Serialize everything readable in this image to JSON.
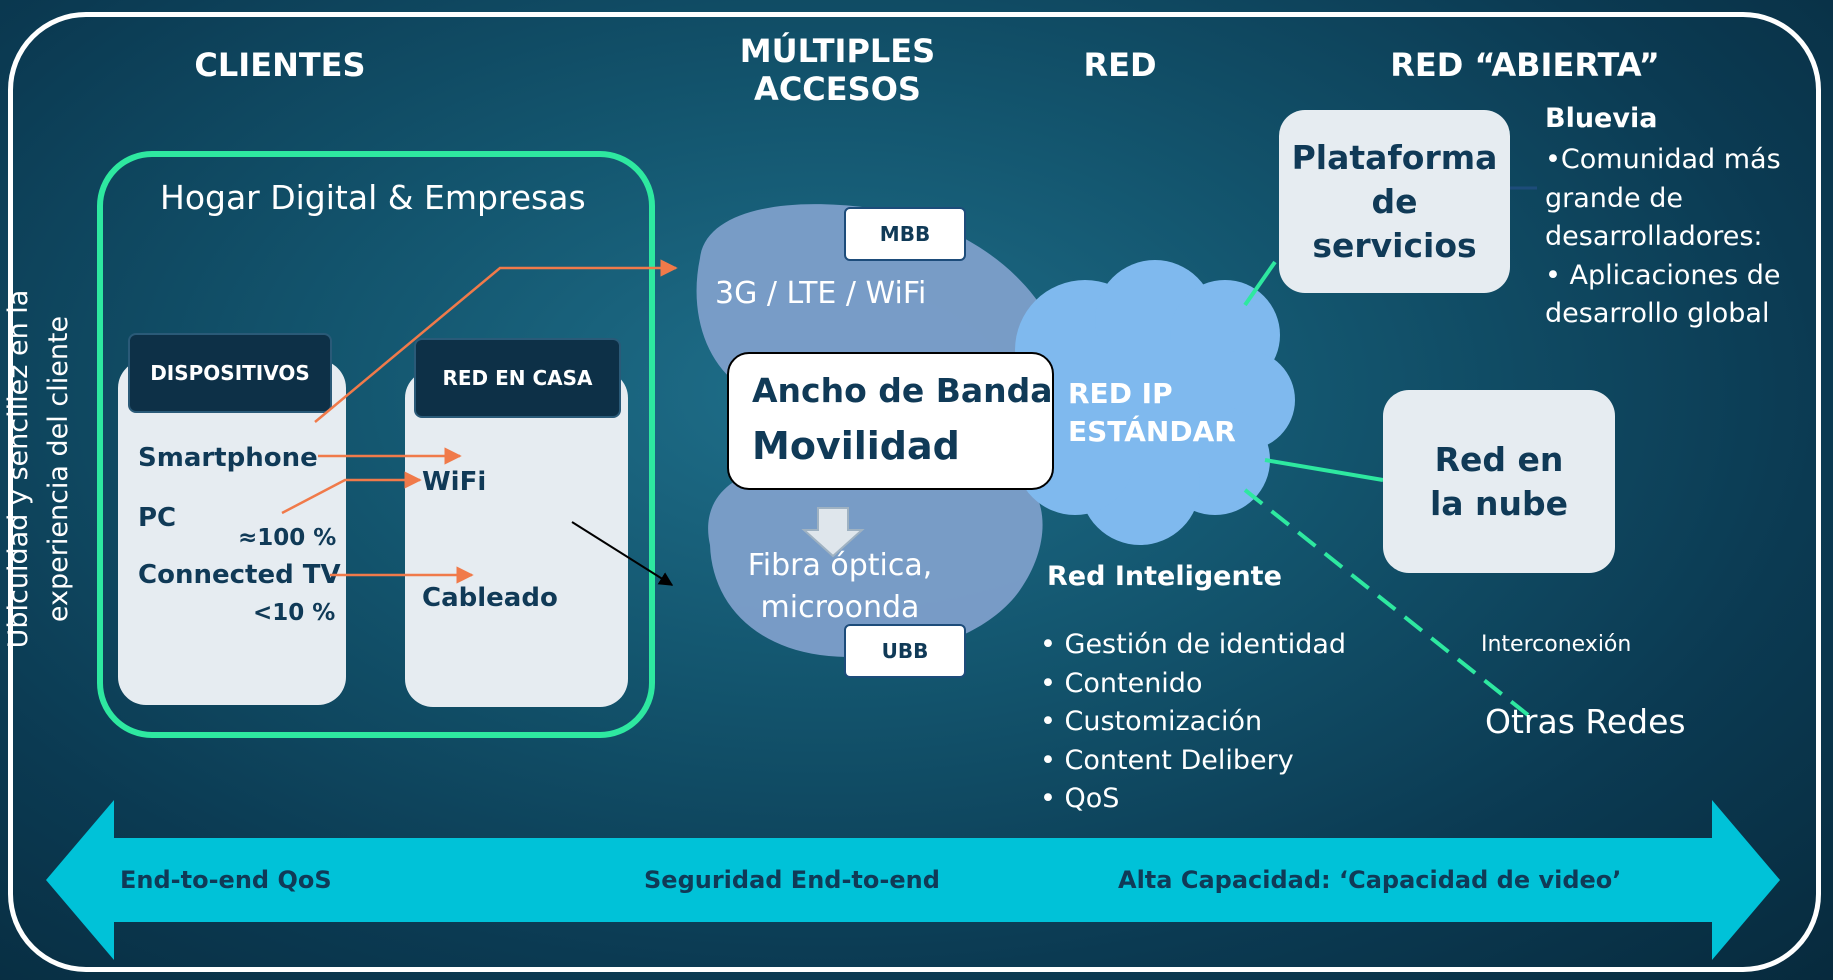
{
  "headers": {
    "clientes": "CLIENTES",
    "multiples_line1": "MÚLTIPLES",
    "multiples_line2": "ACCESOS",
    "red": "RED",
    "red_abierta": "RED “ABIERTA”"
  },
  "sidebar_text": "Ubicuidad y sencillez en la experiencia del cliente",
  "hogar": {
    "title": "Hogar Digital & Empresas",
    "dispositivos": {
      "header": "DISPOSITIVOS",
      "items": [
        "Smartphone",
        "PC",
        "Connected TV"
      ],
      "pct_100": "≈100 %",
      "pct_10": "<10 %"
    },
    "red_en_casa": {
      "header": "RED EN CASA",
      "wifi": "WiFi",
      "cableado": "Cableado"
    }
  },
  "accesos": {
    "mbb_tag": "MBB",
    "ubb_tag": "UBB",
    "wireless": "3G / LTE / WiFi",
    "ancho_line1": "Ancho de Banda",
    "ancho_line2": "Movilidad",
    "fibra_line1": "Fibra óptica,",
    "fibra_line2": "microonda"
  },
  "red": {
    "cloud_line1": "RED IP",
    "cloud_line2": "ESTÁNDAR",
    "inteligente_title": "Red Inteligente",
    "inteligente_items": [
      "Gestión de identidad",
      "Contenido",
      "Customización",
      "Content Delibery",
      "QoS"
    ]
  },
  "abierta": {
    "plataforma_line1": "Plataforma",
    "plataforma_line2": "de",
    "plataforma_line3": "servicios",
    "bluevia_title": "Bluevia",
    "bluevia_lines": [
      "•Comunidad más",
      "grande de",
      "desarrolladores:",
      "• Aplicaciones de",
      "desarrollo global"
    ],
    "nube_line1": "Red en",
    "nube_line2": "la nube",
    "interconexion": "Interconexión",
    "otras_redes": "Otras Redes"
  },
  "bottom_bar": {
    "left": "End-to-end QoS",
    "center": "Seguridad End-to-end",
    "right": "Alta Capacidad: ‘Capacidad de video’"
  },
  "colors": {
    "frame": "#ffffff",
    "hogar_border": "#2ee8a0",
    "arrow_orange": "#f07a4a",
    "bar_cyan": "#00c2d8",
    "cloud_blue": "#7fb9ee",
    "access_blob": "#7d9fca",
    "text_dark": "#103a57",
    "link_green": "#2ee8a0"
  },
  "icons": [
    "down-arrow-icon",
    "double-headed-arrow-icon"
  ]
}
